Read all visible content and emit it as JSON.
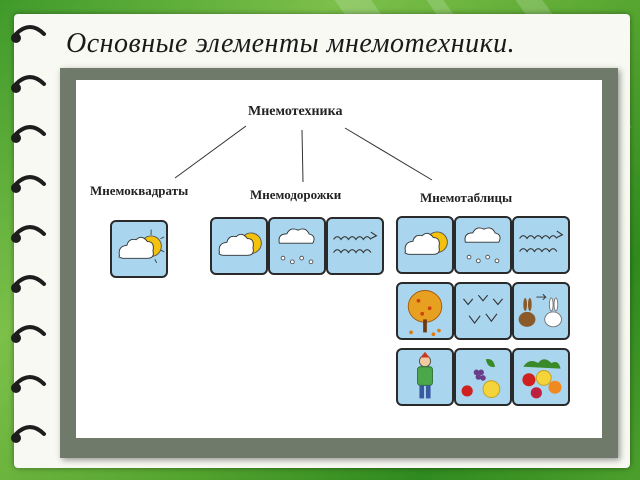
{
  "slide": {
    "title": "Основные элементы мнемотехники."
  },
  "diagram": {
    "root": "Мнемотехника",
    "branches": [
      "Мнемоквадраты",
      "Мнемодорожки",
      "Мнемотаблицы"
    ]
  },
  "colors": {
    "tile_bg": "#a9d6ee",
    "background_green": "#5aa832",
    "sun": "#f4c20d"
  },
  "icons": {
    "sun_cloud": "sun-cloud-icon",
    "rain_cloud": "rain-cloud-icon",
    "wind": "wind-icon",
    "tree": "autumn-tree-icon",
    "birds": "birds-icon",
    "hares": "hares-icon",
    "person": "person-icon",
    "fruits": "fruits-icon",
    "berries": "berries-icon"
  }
}
